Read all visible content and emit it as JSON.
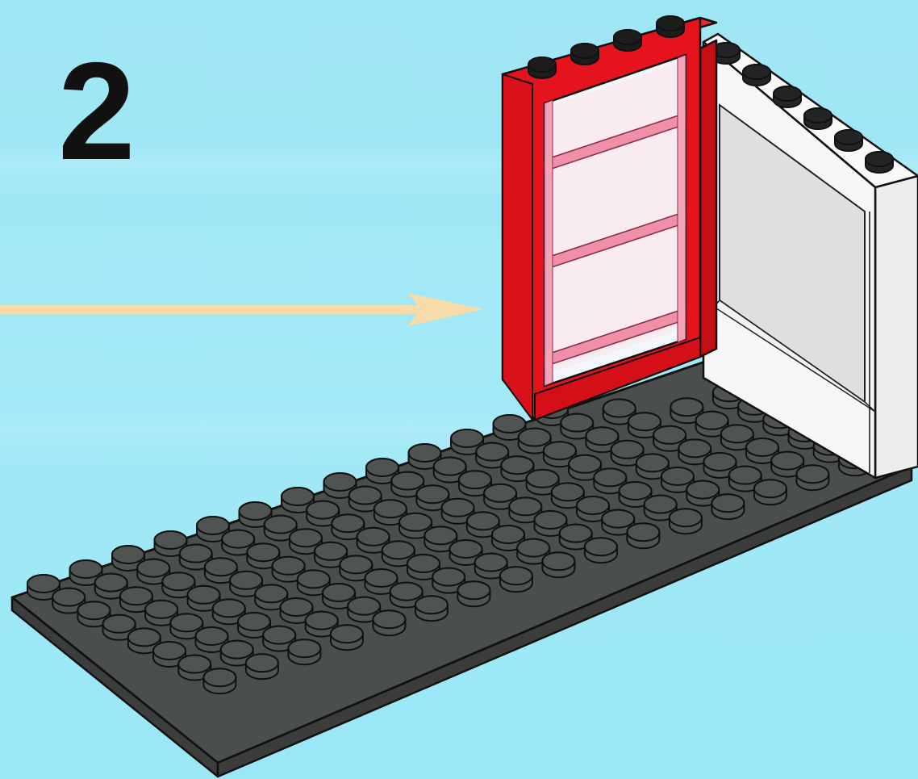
{
  "step": {
    "number": "2"
  },
  "colors": {
    "background": "#a3e9f6",
    "baseplate": "#4a4e4d",
    "baseplate_side": "#3b3e3d",
    "stud": "#4f5352",
    "door_frame": "#e5131b",
    "door_glass": "#f3f7fb",
    "door_pane_tint": "#f08fa8",
    "wall_panel": "#f5f6f5",
    "wall_glass": "#dde0df",
    "arrow": "#f7dba8"
  },
  "icons": {
    "arrow": "arrow-right-icon"
  },
  "parts": [
    "baseplate-8x16",
    "door-frame-1x4x6",
    "wall-panel-1x6x5"
  ]
}
